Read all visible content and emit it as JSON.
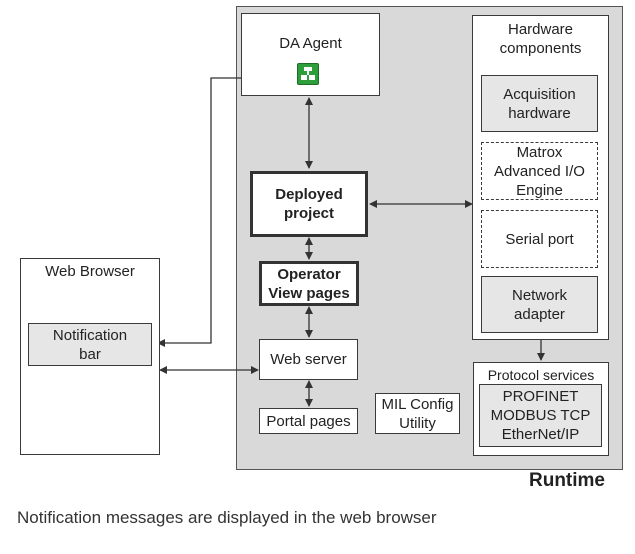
{
  "diagram": {
    "runtime_label": "Runtime",
    "caption": "Notification messages are displayed in the web browser",
    "da_agent": {
      "label": "DA Agent",
      "icon": "da-agent-app-icon"
    },
    "deployed_project": {
      "label": "Deployed\nproject"
    },
    "operator_view_pages": {
      "label": "Operator\nView pages"
    },
    "web_server": {
      "label": "Web server"
    },
    "portal_pages": {
      "label": "Portal pages"
    },
    "mil_config_utility": {
      "label": "MIL Config\nUtility"
    },
    "hardware_components": {
      "title": "Hardware\ncomponents",
      "items": [
        {
          "label": "Acquisition\nhardware"
        },
        {
          "label": "Matrox\nAdvanced I/O\nEngine"
        },
        {
          "label": "Serial port"
        },
        {
          "label": "Network\nadapter"
        }
      ]
    },
    "protocol_services": {
      "title": "Protocol services",
      "protocols": "PROFINET\nMODBUS TCP\nEtherNet/IP"
    },
    "web_browser": {
      "title": "Web Browser",
      "notification_bar": "Notification\nbar"
    },
    "colors": {
      "runtime_background": "#d9d9d9",
      "component_grey": "#e6e6e6",
      "icon_green": "#2e9e3a",
      "line": "#333333"
    }
  }
}
